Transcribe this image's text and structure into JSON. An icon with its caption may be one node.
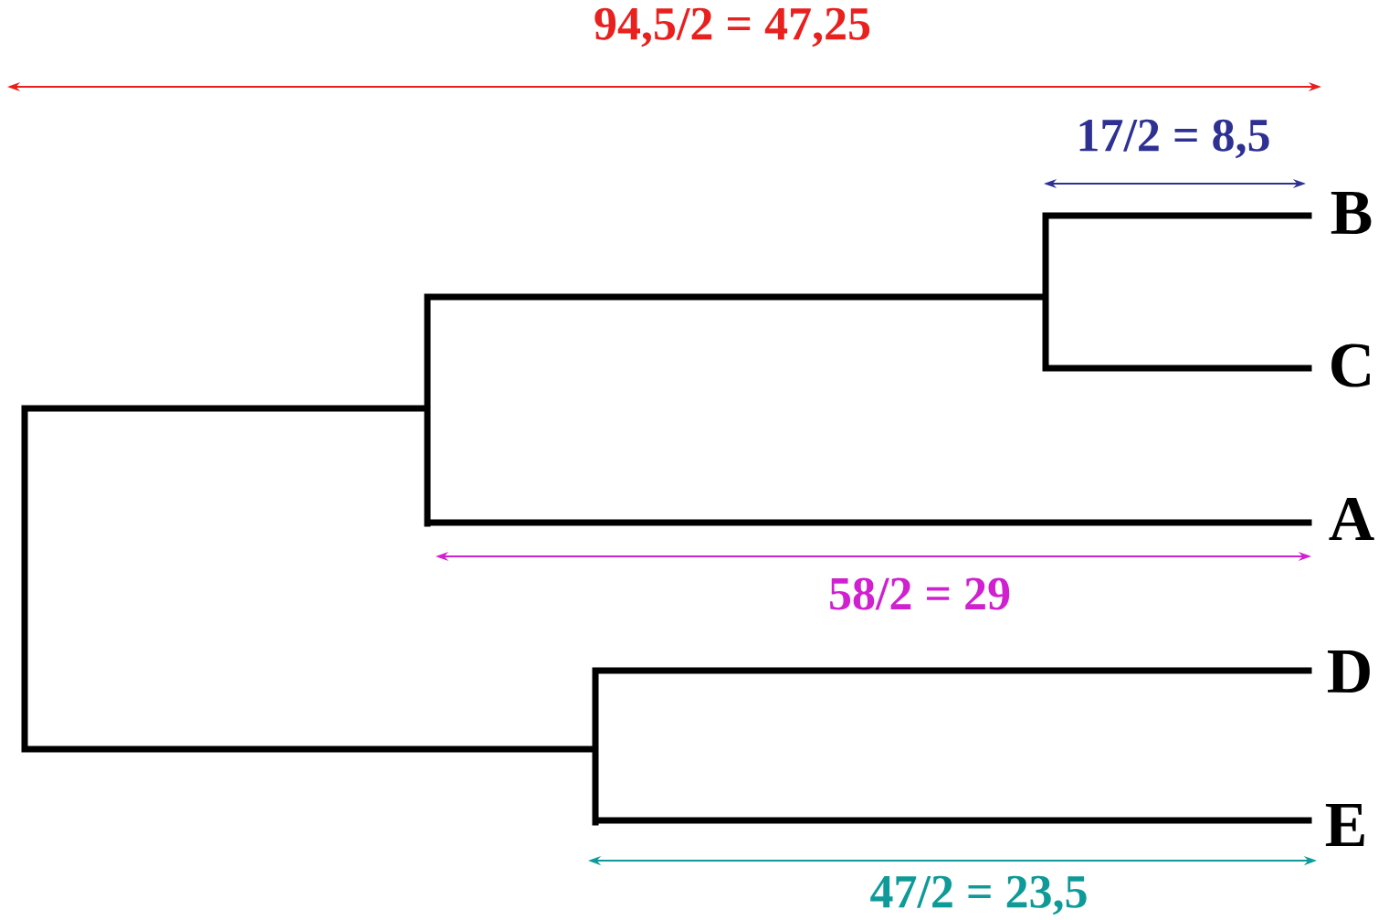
{
  "diagram": {
    "labels": [
      "94,5/2 = 47,25",
      "17/2 = 8,5",
      "B",
      "C",
      "A",
      "58/2 = 29",
      "D",
      "E",
      "47/2 = 23,5"
    ]
  }
}
